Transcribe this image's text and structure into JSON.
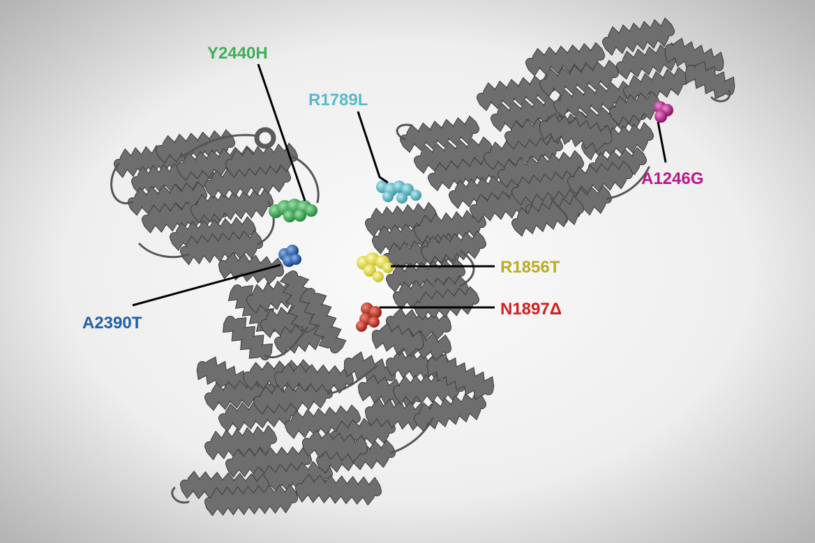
{
  "figure": {
    "background_center": "#fafafa",
    "background_edge": "#b4b4b4",
    "protein_color": "#6e6e6e",
    "structure_name": "protein-cartoon"
  },
  "mutations": [
    {
      "id": "y2440h",
      "label": "Y2440H",
      "color": "#3fae5a"
    },
    {
      "id": "r1789l",
      "label": "R1789L",
      "color": "#5ab8c8"
    },
    {
      "id": "a1246g",
      "label": "A1246G",
      "color": "#b8188c"
    },
    {
      "id": "r1856t",
      "label": "R1856T",
      "color": "#b8ad1e"
    },
    {
      "id": "n1897d",
      "label": "N1897Δ",
      "color": "#d21e1e"
    },
    {
      "id": "a2390t",
      "label": "A2390T",
      "color": "#1f5faa"
    }
  ]
}
